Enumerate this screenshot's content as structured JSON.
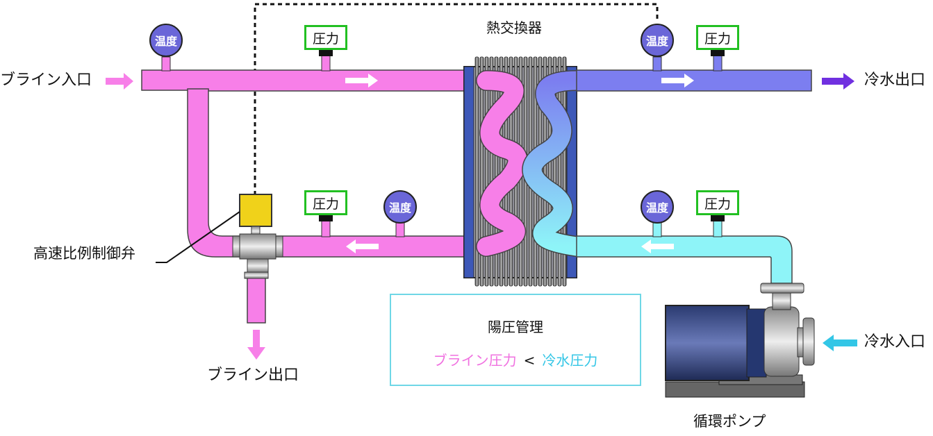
{
  "labels": {
    "brine_inlet": "ブライン入口",
    "brine_outlet": "ブライン出口",
    "chilled_water_outlet": "冷水出口",
    "chilled_water_inlet": "冷水入口",
    "heat_exchanger": "熱交換器",
    "valve": "高速比例制御弁",
    "pump": "循環ポンプ"
  },
  "gauges": {
    "temperature": "温度",
    "pressure": "圧力"
  },
  "note": {
    "title": "陽圧管理",
    "left": "ブライン圧力",
    "comparator": "<",
    "right": "冷水圧力"
  },
  "colors": {
    "brine_pipe": "#f77fe8",
    "chilled_pipe_upper": "#7c7ef0",
    "chilled_pipe_lower": "#8ef4f8",
    "gauge_circle": "#6a66d8",
    "gauge_square_border": "#22c022",
    "valve": "#f0d21a",
    "note_border": "#6fd7e6"
  }
}
